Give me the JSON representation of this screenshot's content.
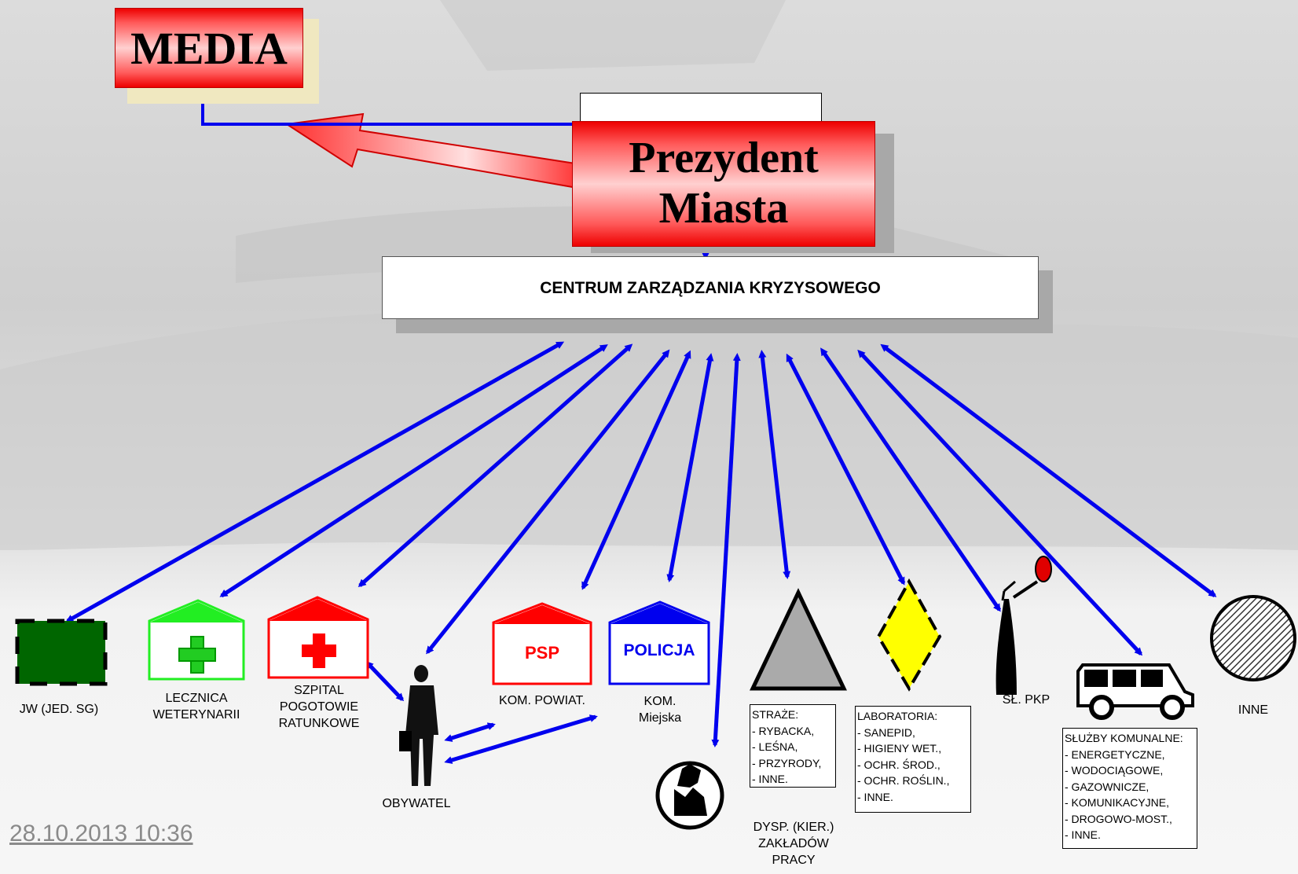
{
  "nodes": {
    "media": "MEDIA",
    "prezydent_line1": "Prezydent",
    "prezydent_line2": "Miasta",
    "czk": "CENTRUM ZARZĄDZANIA KRYZYSOWEGO",
    "jw": "JW (JED. SG)",
    "lecznica": [
      "LECZNICA",
      "WETERYNARII"
    ],
    "szpital": [
      "SZPITAL",
      "POGOTOWIE",
      "RATUNKOWE"
    ],
    "obywatel": "OBYWATEL",
    "psp_icon": "PSP",
    "psp_label": "KOM. POWIAT.",
    "policja_icon": "POLICJA",
    "policja_label": [
      "KOM.",
      "Miejska"
    ],
    "zaklady_label": [
      "DYSP. (KIER.)",
      "ZAKŁADÓW",
      "PRACY"
    ],
    "straze": [
      "STRAŻE:",
      "- RYBACKA,",
      "- LEŚNA,",
      "- PRZYRODY,",
      "- INNE."
    ],
    "laboratoria": [
      "LABORATORIA:",
      "- SANEPID,",
      "- HIGIENY WET.,",
      "- OCHR. ŚROD.,",
      "- OCHR. ROŚLIN.,",
      "- INNE."
    ],
    "pkp": "SŁ. PKP",
    "sluzby": [
      "SŁUŻBY KOMUNALNE:",
      "- ENERGETYCZNE,",
      "- WODOCIĄGOWE,",
      "- GAZOWNICZE,",
      "- KOMUNIKACYJNE,",
      "- DROGOWO-MOST.,",
      "- INNE."
    ],
    "inne": "INNE"
  },
  "timestamp": "28.10.2013 10:36",
  "colors": {
    "arrow": "#0000ee",
    "red": "#ff0000",
    "green_dark": "#006600",
    "green_light": "#22ee22",
    "yellow": "#ffff00",
    "grey": "#aaaaaa"
  },
  "icons": [
    "military-unit-icon",
    "vet-clinic-icon",
    "hospital-icon",
    "businessman-icon",
    "fire-station-icon",
    "police-station-icon",
    "factory-icon",
    "warning-triangle-icon",
    "hazard-diamond-icon",
    "railway-signal-icon",
    "van-icon",
    "hatched-circle-icon"
  ]
}
